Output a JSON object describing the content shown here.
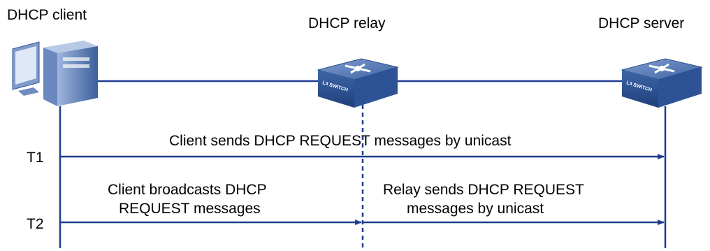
{
  "nodes": {
    "client": {
      "label": "DHCP client"
    },
    "relay": {
      "label": "DHCP relay",
      "device_text": "L3 SWITCH"
    },
    "server": {
      "label": "DHCP server",
      "device_text": "L3 SWITCH"
    }
  },
  "times": {
    "t1": "T1",
    "t2": "T2"
  },
  "messages": {
    "t1_client_to_server": {
      "text": "Client sends DHCP REQUEST messages by unicast"
    },
    "t2_client_to_relay": {
      "line1": "Client broadcasts DHCP",
      "line2": "REQUEST messages"
    },
    "t2_relay_to_server": {
      "line1": "Relay sends DHCP REQUEST",
      "line2": "messages by unicast"
    }
  },
  "colors": {
    "line": "#1f3c8f",
    "switch_top": "#5577b0",
    "switch_side": "#2a4f8c",
    "pc_body": "#4a6fa8"
  }
}
